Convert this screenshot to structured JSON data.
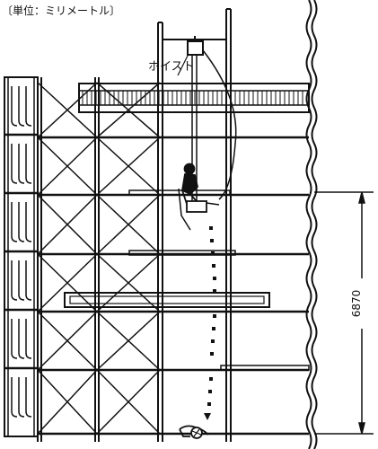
{
  "labels": {
    "unit_note": "〔単位：ミリメートル〕",
    "hoist": "ホイスト",
    "dimension": "6870"
  },
  "colors": {
    "ink": "#111111",
    "background": "#ffffff"
  }
}
